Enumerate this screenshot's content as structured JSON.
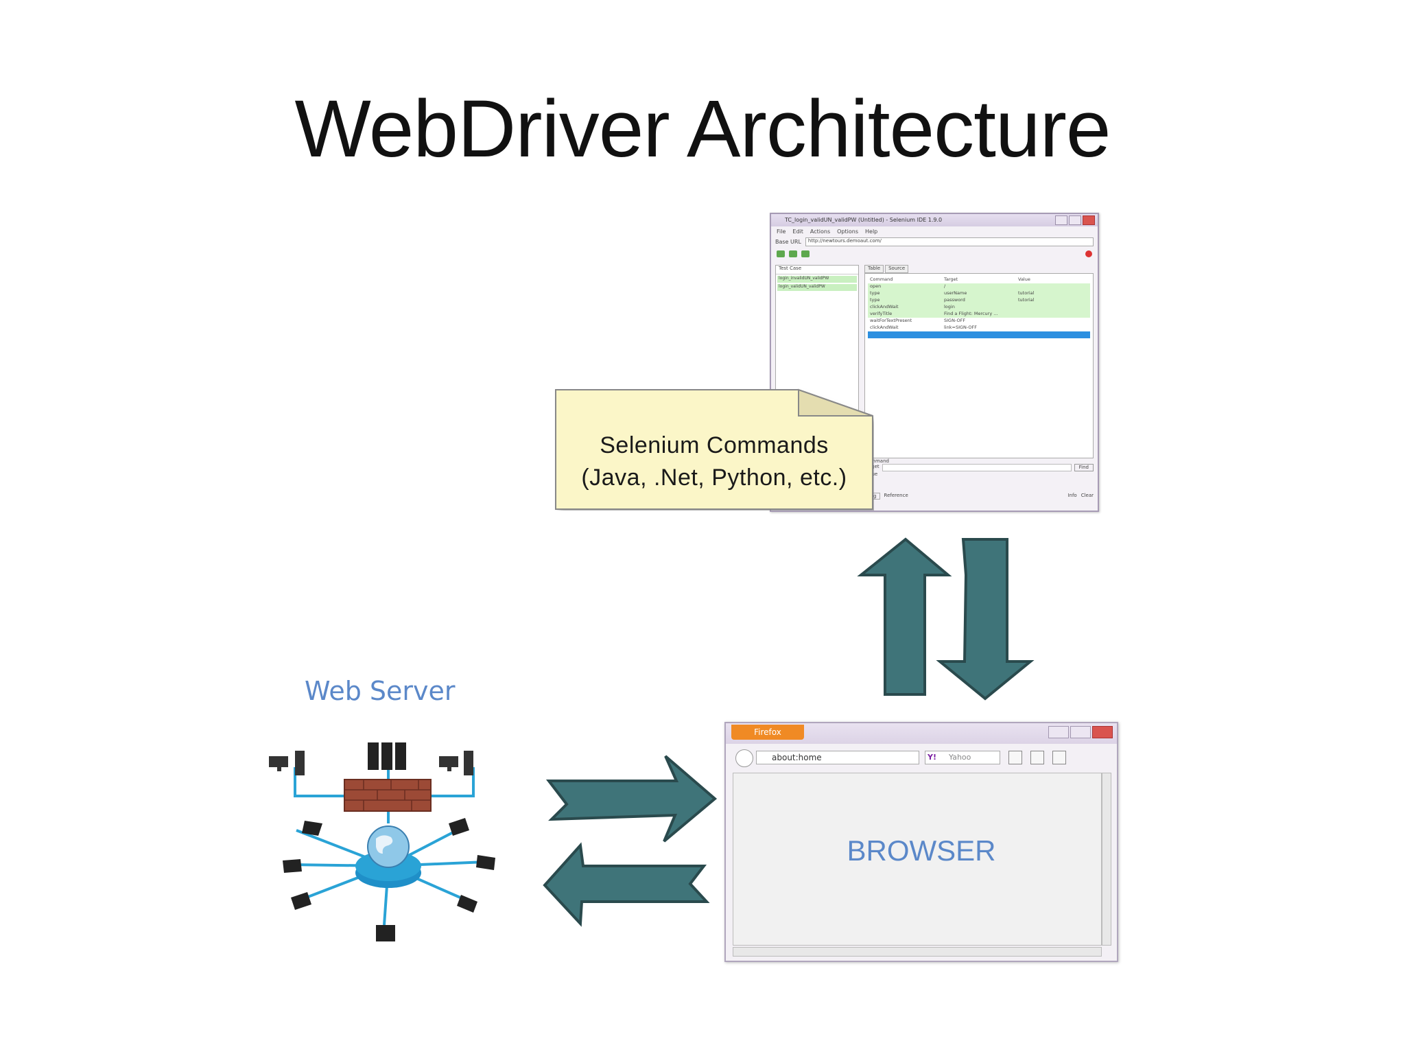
{
  "slide": {
    "title": "WebDriver Architecture"
  },
  "note": {
    "line1": "Selenium Commands",
    "line2": "(Java, .Net, Python, etc.)"
  },
  "web_server": {
    "label": "Web Server"
  },
  "browser": {
    "firefox_button": "Firefox",
    "url": "about:home",
    "search_placeholder": "Yahoo",
    "search_engine": "Y!",
    "label": "BROWSER"
  },
  "ide": {
    "title": "TC_login_validUN_validPW (Untitled) - Selenium IDE 1.9.0",
    "menu": [
      "File",
      "Edit",
      "Actions",
      "Options",
      "Help"
    ],
    "base_url_label": "Base URL",
    "base_url": "http://newtours.demoaut.com/",
    "testcase_header": "Test Case",
    "testcases": [
      "login_invalidUN_validPW",
      "login_validUN_validPW"
    ],
    "tabs": [
      "Table",
      "Source"
    ],
    "columns": [
      "Command",
      "Target",
      "Value"
    ],
    "rows": [
      [
        "open",
        "/",
        ""
      ],
      [
        "type",
        "userName",
        "tutorial"
      ],
      [
        "type",
        "password",
        "tutorial"
      ],
      [
        "clickAndWait",
        "login",
        ""
      ],
      [
        "verifyTitle",
        "Find a Flight: Mercury ...",
        ""
      ],
      [
        "waitForTextPresent",
        "SIGN-OFF",
        ""
      ],
      [
        "clickAndWait",
        "link=SIGN-OFF",
        ""
      ]
    ],
    "command_label": "Command",
    "target_label": "Target",
    "value_label": "Value",
    "find_button": "Find",
    "log_tab": "Log",
    "reference_tab": "Reference",
    "info_button": "Info",
    "clear_button": "Clear"
  },
  "colors": {
    "arrow_fill": "#3f7479",
    "arrow_stroke": "#2a4a4d",
    "note_fill": "#fbf6c8",
    "label_blue": "#5b88c9",
    "network_blue": "#2aa3d6"
  }
}
